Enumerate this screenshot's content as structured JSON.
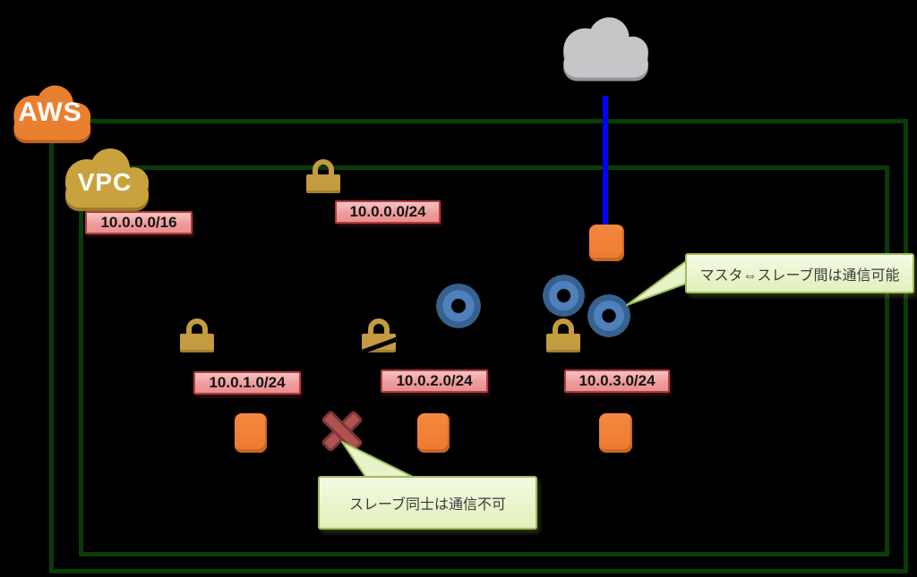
{
  "title": "AWS VPC master/slave communication diagram",
  "colors": {
    "background": "#000000",
    "boundary_green": "#0B3B06",
    "internet_link_blue": "#0202FD",
    "aws_cloud_orange": "#E8802F",
    "vpc_cloud_gold": "#C9A23E",
    "internet_cloud_gray": "#C6C6C8",
    "instance_orange": "#F0823A",
    "lock_gold": "#C49B40",
    "ring_blue_inner": "#4E80BC",
    "ring_blue_outer": "#36618F",
    "cidr_pink_bg": "#F2A5A5",
    "cidr_red_border": "#B23C3C",
    "callout_green_bg": "#EAF5CF",
    "callout_green_border": "#9FBE59",
    "x_mark_red": "#B05252"
  },
  "clouds": {
    "aws_label": "AWS",
    "vpc_label": "VPC"
  },
  "cidr_labels": {
    "vpc_cidr": "10.0.0.0/16",
    "subnet_top": "10.0.0.0/24",
    "subnet_1": "10.0.1.0/24",
    "subnet_2": "10.0.2.0/24",
    "subnet_3": "10.0.3.0/24"
  },
  "callouts": {
    "master_slave": "マスタ⇔スレーブ間は通信可能",
    "slave_slave": "スレーブ同士は通信不可"
  }
}
